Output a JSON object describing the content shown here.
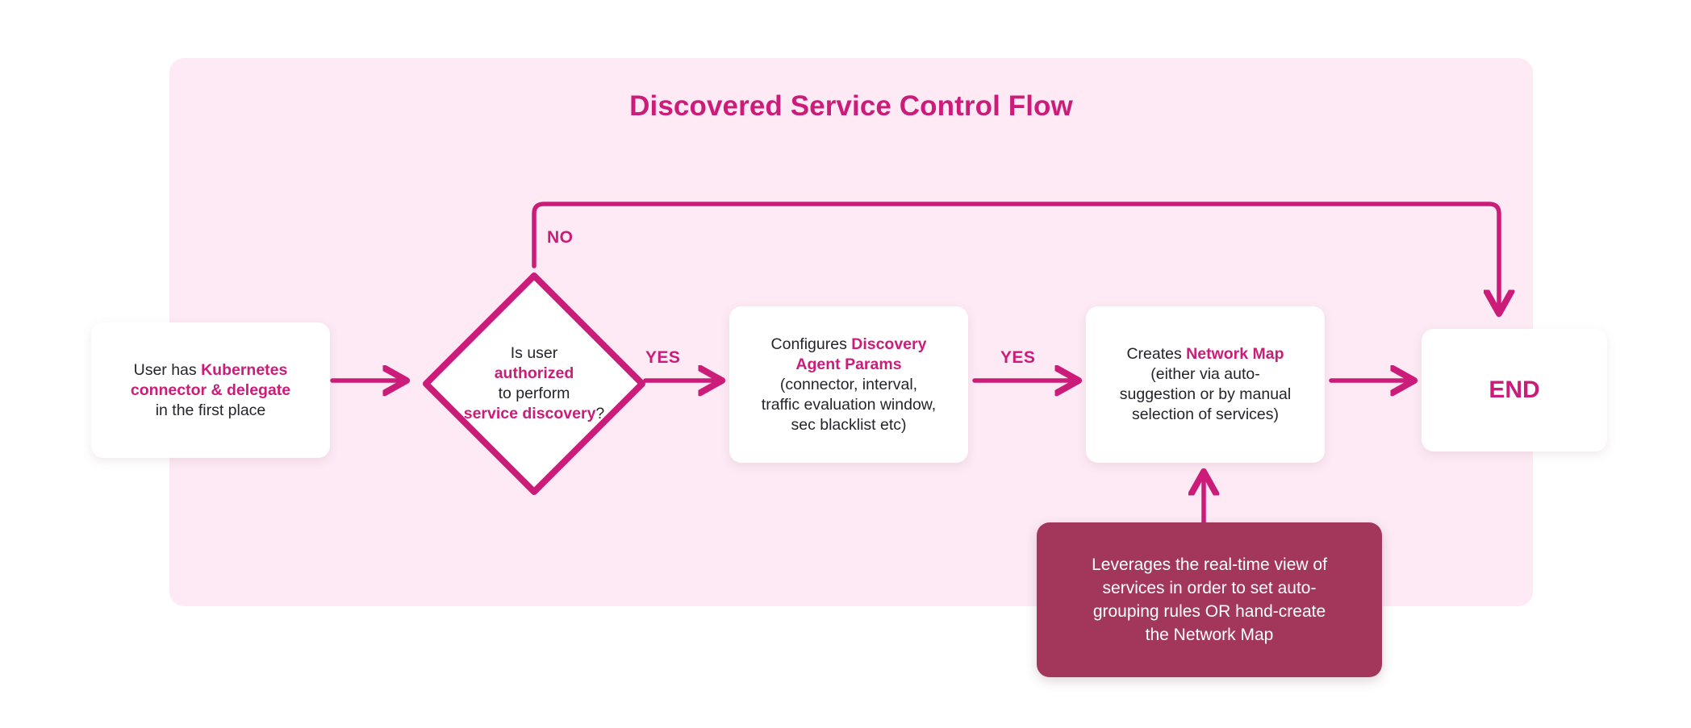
{
  "diagram": {
    "title": "Discovered Service Control Flow",
    "colors": {
      "panel_bg": "#fdeaf4",
      "accent": "#cc1c79",
      "note_bg": "#a2375b",
      "node_bg": "#ffffff",
      "text": "#24242b",
      "note_text": "#ffffff",
      "page_bg": "#ffffff"
    },
    "nodes": {
      "start": {
        "name": "start-box",
        "shape": "rounded-rect",
        "text_plain": "User has Kubernetes connector & delegate in the first place",
        "lines": [
          {
            "plain_before": "User has ",
            "highlight": "Kubernetes",
            "plain_after": ""
          },
          {
            "plain_before": "",
            "highlight": "connector & delegate",
            "plain_after": ""
          },
          {
            "plain_before": "in the first place",
            "highlight": "",
            "plain_after": ""
          }
        ]
      },
      "decision": {
        "name": "decision-diamond",
        "shape": "diamond",
        "text_plain": "Is user authorized to perform service discovery?",
        "lines": [
          {
            "plain_before": "Is user",
            "highlight": "",
            "plain_after": ""
          },
          {
            "plain_before": "",
            "highlight": "authorized",
            "plain_after": ""
          },
          {
            "plain_before": "to perform",
            "highlight": "",
            "plain_after": ""
          },
          {
            "plain_before": "",
            "highlight": "service discovery",
            "plain_after": "?"
          }
        ]
      },
      "configure": {
        "name": "configure-discovery-agent-box",
        "shape": "rounded-rect",
        "text_plain": "Configures Discovery Agent Params (connector, interval, traffic evaluation window, sec blacklist etc)",
        "lines": [
          {
            "plain_before": "Configures ",
            "highlight": "Discovery",
            "plain_after": ""
          },
          {
            "plain_before": "",
            "highlight": "Agent Params",
            "plain_after": ""
          },
          {
            "plain_before": "(connector, interval,",
            "highlight": "",
            "plain_after": ""
          },
          {
            "plain_before": "traffic evaluation window,",
            "highlight": "",
            "plain_after": ""
          },
          {
            "plain_before": "sec blacklist etc)",
            "highlight": "",
            "plain_after": ""
          }
        ]
      },
      "network_map": {
        "name": "create-network-map-box",
        "shape": "rounded-rect",
        "text_plain": "Creates Network Map (either via auto-suggestion or by manual selection of services)",
        "lines": [
          {
            "plain_before": "Creates ",
            "highlight": "Network Map",
            "plain_after": ""
          },
          {
            "plain_before": "(either via auto-",
            "highlight": "",
            "plain_after": ""
          },
          {
            "plain_before": "suggestion or by manual",
            "highlight": "",
            "plain_after": ""
          },
          {
            "plain_before": "selection of services)",
            "highlight": "",
            "plain_after": ""
          }
        ]
      },
      "end": {
        "name": "end-box",
        "shape": "rounded-rect",
        "label": "END"
      },
      "note": {
        "name": "leverages-note",
        "shape": "rounded-rect-filled",
        "text_plain": "Leverages the real-time view of services in order to set auto-grouping rules OR hand-create the Network Map",
        "lines": [
          "Leverages the real-time view of",
          "services in order to set auto-",
          "grouping rules OR hand-create",
          "the Network Map"
        ]
      }
    },
    "edges": [
      {
        "name": "start-to-decision",
        "from": "start",
        "to": "decision",
        "label": ""
      },
      {
        "name": "decision-no-to-end",
        "from": "decision",
        "to": "end",
        "label": "NO"
      },
      {
        "name": "decision-yes-to-configure",
        "from": "decision",
        "to": "configure",
        "label": "YES"
      },
      {
        "name": "configure-to-network-map",
        "from": "configure",
        "to": "network_map",
        "label": "YES"
      },
      {
        "name": "network-map-to-end",
        "from": "network_map",
        "to": "end",
        "label": ""
      },
      {
        "name": "note-to-network-map",
        "from": "note",
        "to": "network_map",
        "label": ""
      }
    ],
    "labels": {
      "no": "NO",
      "yes_1": "YES",
      "yes_2": "YES"
    }
  }
}
